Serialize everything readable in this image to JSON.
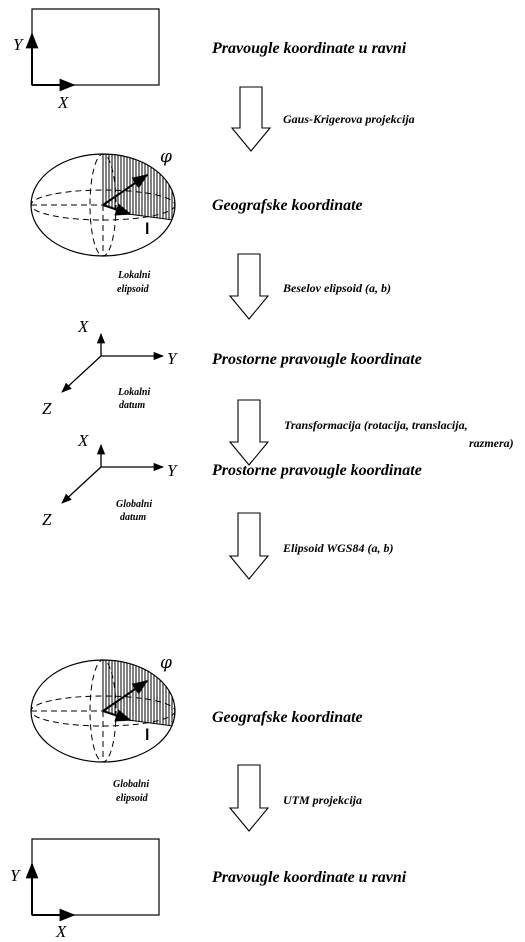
{
  "titles": {
    "t1": "Pravougle koordinate u ravni",
    "t2": "Geografske koordinate",
    "t3": "Prostorne pravougle koordinate",
    "t4": "Prostorne pravougle koordinate",
    "t5": "Geografske koordinate",
    "t6": "Pravougle koordinate u ravni"
  },
  "steps": {
    "s1": "Gaus-Krigerova projekcija",
    "s2": "Beselov elipsoid (a, b)",
    "s3_line1": "Transformacija (rotacija, translacija,",
    "s3_line2": "razmera)",
    "s4": "Elipsoid WGS84  (a, b)",
    "s5": "UTM projekcija"
  },
  "captions": {
    "local_ellipsoid_1": "Lokalni",
    "local_ellipsoid_2": "elipsoid",
    "local_datum_1": "Lokalni",
    "local_datum_2": "datum",
    "global_datum_1": "Globalni",
    "global_datum_2": "datum",
    "global_ellipsoid_1": "Globalni",
    "global_ellipsoid_2": "elipsoid"
  },
  "axes": {
    "x": "X",
    "y": "Y",
    "z": "Z",
    "phi": "φ",
    "lambda": "l"
  },
  "colors": {
    "ink": "#000000",
    "background": "#ffffff"
  }
}
